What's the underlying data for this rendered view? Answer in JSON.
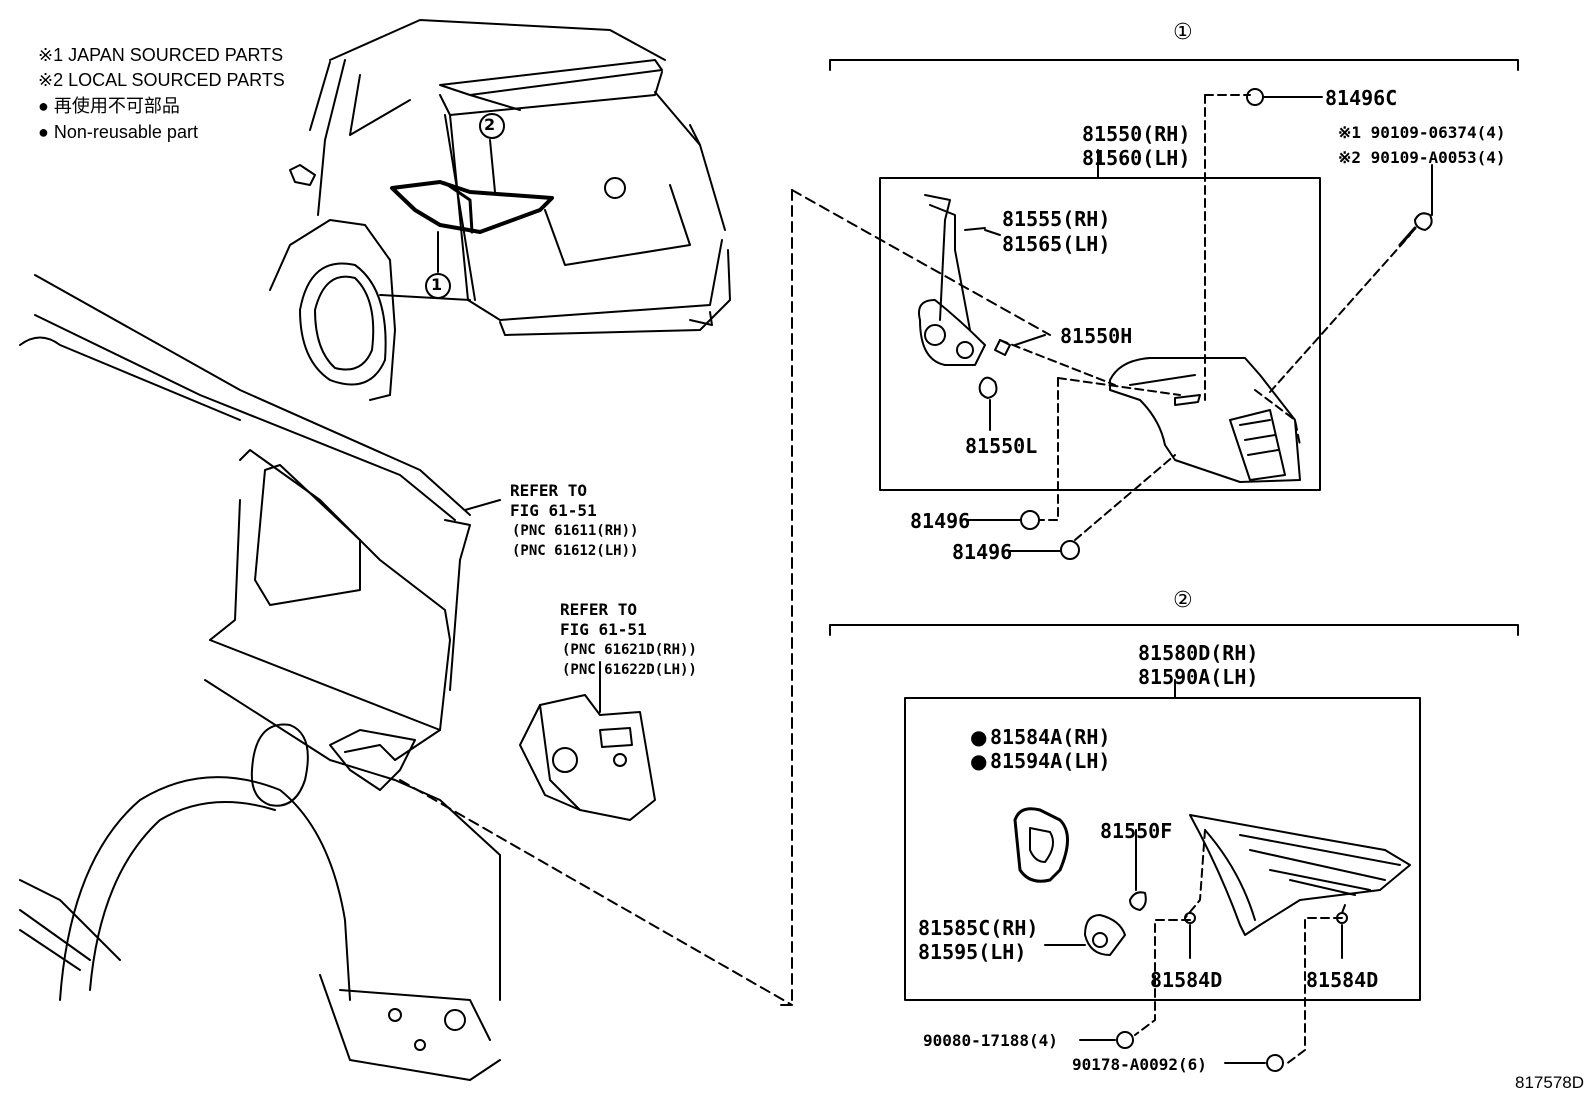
{
  "legend": {
    "line1": "※1 JAPAN SOURCED PARTS",
    "line2": "※2 LOCAL SOURCED PARTS",
    "line3": "● 再使用不可部品",
    "line4": "● Non-reusable part"
  },
  "callouts": {
    "c1": "①",
    "c2": "②"
  },
  "overview": {
    "callout1": "①",
    "callout2": "②"
  },
  "refer1": {
    "l1": "REFER TO",
    "l2": "FIG 61-51",
    "l3": "(PNC 61611(RH))",
    "l4": "(PNC 61612(LH))"
  },
  "refer2": {
    "l1": "REFER TO",
    "l2": "FIG 61-51",
    "l3": "(PNC 61621D(RH))",
    "l4": "(PNC 61622D(LH))"
  },
  "group1": {
    "assy_rh": "81550(RH)",
    "assy_lh": "81560(LH)",
    "socket_rh": "81555(RH)",
    "socket_lh": "81565(LH)",
    "bulb_h": "81550H",
    "bulb_l": "81550L",
    "nut_c": "81496C",
    "screw1": "※1 90109-06374(4)",
    "screw2": "※2 90109-A0053(4)",
    "nut_a": "81496",
    "nut_b": "81496"
  },
  "group2": {
    "assy_rh": "81580D(RH)",
    "assy_lh": "81590A(LH)",
    "gasket_rh": "81584A(RH)",
    "gasket_lh": "81594A(LH)",
    "bulb_f": "81550F",
    "socket_rh": "81585C(RH)",
    "socket_lh": "81595(LH)",
    "clip_a": "81584D",
    "clip_b": "81584D",
    "screw_a": "90080-17188(4)",
    "screw_b": "90178-A0092(6)"
  },
  "figure_id": "817578D"
}
